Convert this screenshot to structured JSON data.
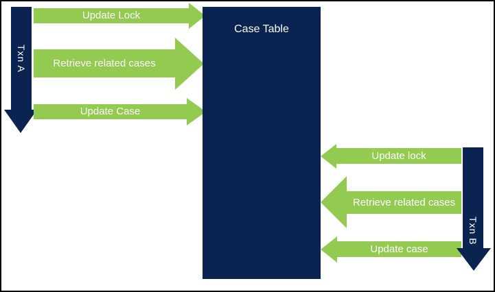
{
  "case_table": {
    "label": "Case Table"
  },
  "lanes": {
    "txn_a": "Txn A",
    "txn_b": "Txn B"
  },
  "txn_a_calls": [
    {
      "label": "Update Lock",
      "direction": "right",
      "target": "Case Table"
    },
    {
      "label": "Retrieve related cases",
      "direction": "right",
      "target": "Case Table"
    },
    {
      "label": "Update Case",
      "direction": "right",
      "target": "Case Table"
    }
  ],
  "txn_b_calls": [
    {
      "label": "Update lock",
      "direction": "left",
      "target": "Case Table"
    },
    {
      "label": "Retrieve related cases",
      "direction": "left",
      "target": "Case Table"
    },
    {
      "label": "Update case",
      "direction": "left",
      "target": "Case Table"
    }
  ],
  "colors": {
    "navy": "#0a2351",
    "green": "#92cb50",
    "text": "#ffffff",
    "border": "#000000",
    "background": "#ffffff"
  }
}
